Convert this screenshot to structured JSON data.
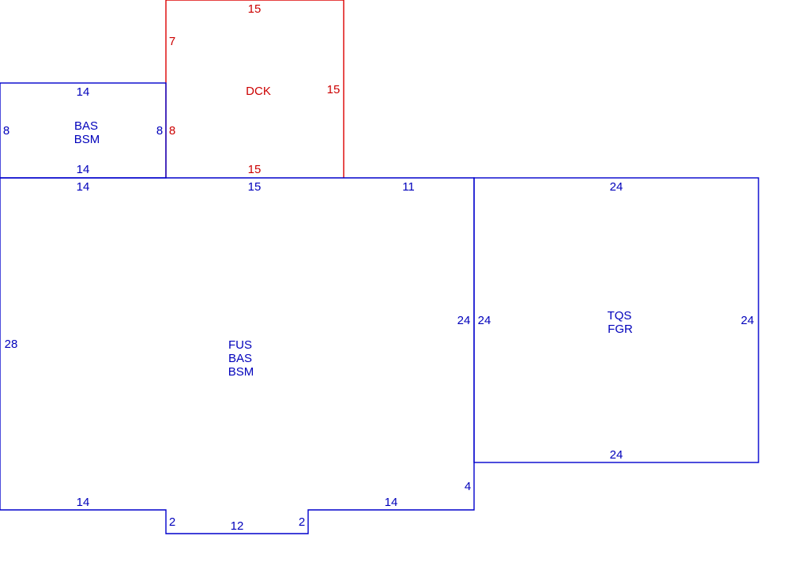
{
  "colors": {
    "main": "#0000cc",
    "deck": "#dd0000"
  },
  "areas": {
    "dck": {
      "label": "DCK"
    },
    "bas_bsm": {
      "line1": "BAS",
      "line2": "BSM"
    },
    "main": {
      "line1": "FUS",
      "line2": "BAS",
      "line3": "BSM"
    },
    "garage": {
      "line1": "TQS",
      "line2": "FGR"
    }
  },
  "dims": {
    "dck_top": "15",
    "dck_left": "7",
    "dck_right": "15",
    "dck_bottom": "15",
    "dck_shared": "8",
    "bas_top": "14",
    "bas_left": "8",
    "bas_right": "8",
    "bas_bottom": "14",
    "main_top_left": "14",
    "main_top_mid": "15",
    "main_top_right": "11",
    "main_left": "28",
    "main_right": "24",
    "main_right_notch": "4",
    "main_bottom_left": "14",
    "main_bottom_right": "14",
    "bay_left": "2",
    "bay_bottom": "12",
    "bay_right": "2",
    "gar_top": "24",
    "gar_left": "24",
    "gar_right": "24",
    "gar_bottom": "24"
  }
}
